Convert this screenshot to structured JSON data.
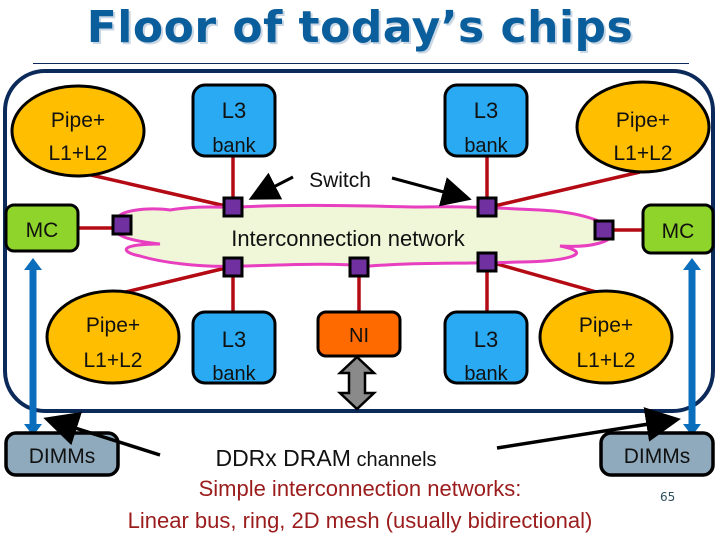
{
  "title": "Floor of today’s chips",
  "diagram": {
    "cores": [
      {
        "id": "core-top-left",
        "line1": "Pipe+",
        "line2": "L1+L2"
      },
      {
        "id": "core-top-right",
        "line1": "Pipe+",
        "line2": "L1+L2"
      },
      {
        "id": "core-bottom-left",
        "line1": "Pipe+",
        "line2": "L1+L2"
      },
      {
        "id": "core-bottom-right",
        "line1": "Pipe+",
        "line2": "L1+L2"
      }
    ],
    "l3_banks": [
      {
        "id": "l3-top-left",
        "line1": "L3",
        "line2": "bank"
      },
      {
        "id": "l3-top-right",
        "line1": "L3",
        "line2": "bank"
      },
      {
        "id": "l3-bottom-left",
        "line1": "L3",
        "line2": "bank"
      },
      {
        "id": "l3-bottom-right",
        "line1": "L3",
        "line2": "bank"
      }
    ],
    "memory_controllers": [
      {
        "id": "mc-left",
        "label": "MC"
      },
      {
        "id": "mc-right",
        "label": "MC"
      }
    ],
    "network_interface": {
      "label": "NI"
    },
    "network": {
      "label": "Interconnection network"
    },
    "switch_label": "Switch",
    "dimms": [
      {
        "id": "dimms-left",
        "label": "DIMMs"
      },
      {
        "id": "dimms-right",
        "label": "DIMMs"
      }
    ],
    "dram_label_main": "DDRx DRAM",
    "dram_label_suffix": " channels",
    "colors": {
      "core": "#ffbe00",
      "l3": "#29aaf2",
      "mc": "#8fd42a",
      "ni": "#ff6a00",
      "dimm": "#8faabc",
      "switch": "#7030a0",
      "link": "#b40a14",
      "cloud_fill": "#f0f7d8",
      "cloud_stroke": "#e83ec0",
      "chip_border": "#0b2a5a",
      "dram_arrow": "#0a6ebd"
    }
  },
  "captions": {
    "line1": "Simple interconnection networks:",
    "line2": "Linear bus, ring, 2D mesh (usually bidirectional)"
  },
  "slide_number": "65"
}
